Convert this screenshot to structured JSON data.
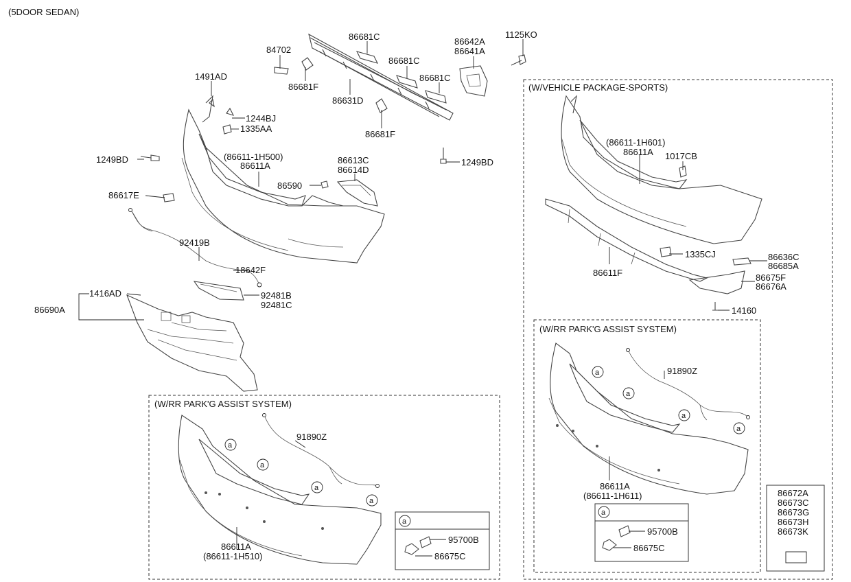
{
  "header": {
    "title": "(5DOOR SEDAN)"
  },
  "groups": {
    "sports": "(W/VEHICLE PACKAGE-SPORTS)",
    "park_assist_bottom": "(W/RR PARK'G ASSIST SYSTEM)",
    "park_assist_right": "(W/RR PARK'G ASSIST SYSTEM)"
  },
  "callout_marker": "a",
  "labels": {
    "p84702": "84702",
    "p86681c_1": "86681C",
    "p86681c_2": "86681C",
    "p86681c_3": "86681C",
    "p86681f_1": "86681F",
    "p86681f_2": "86681F",
    "p86631d": "86631D",
    "p86642a": "86642A",
    "p86641a": "86641A",
    "p1125ko": "1125KO",
    "p1249bd_r": "1249BD",
    "p1491ad": "1491AD",
    "p1244bj": "1244BJ",
    "p1335aa": "1335AA",
    "p1249bd_l": "1249BD",
    "p86611_1h500": "(86611-1H500)",
    "p86611a_main": "86611A",
    "p86613c": "86613C",
    "p86614d": "86614D",
    "p86590": "86590",
    "p86617e": "86617E",
    "p92419b": "92419B",
    "p18642f": "18642F",
    "p92481b": "92481B",
    "p92481c": "92481C",
    "p1416ad": "1416AD",
    "p86690a": "86690A",
    "s86611_1h601": "(86611-1H601)",
    "s86611a": "86611A",
    "s1017cb": "1017CB",
    "s1335cj": "1335CJ",
    "s86611f": "86611F",
    "s86636c": "86636C",
    "s86685a": "86685A",
    "s86675f": "86675F",
    "s86676a": "86676A",
    "s14160": "14160",
    "b91890z": "91890Z",
    "b86611a": "86611A",
    "b86611_1h510": "(86611-1H510)",
    "b95700b": "95700B",
    "b86675c": "86675C",
    "r91890z": "91890Z",
    "r86611a": "86611A",
    "r86611_1h611": "(86611-1H611)",
    "r95700b": "95700B",
    "r86675c": "86675C"
  },
  "emblem_list": [
    "86672A",
    "86673C",
    "86673G",
    "86673H",
    "86673K"
  ]
}
